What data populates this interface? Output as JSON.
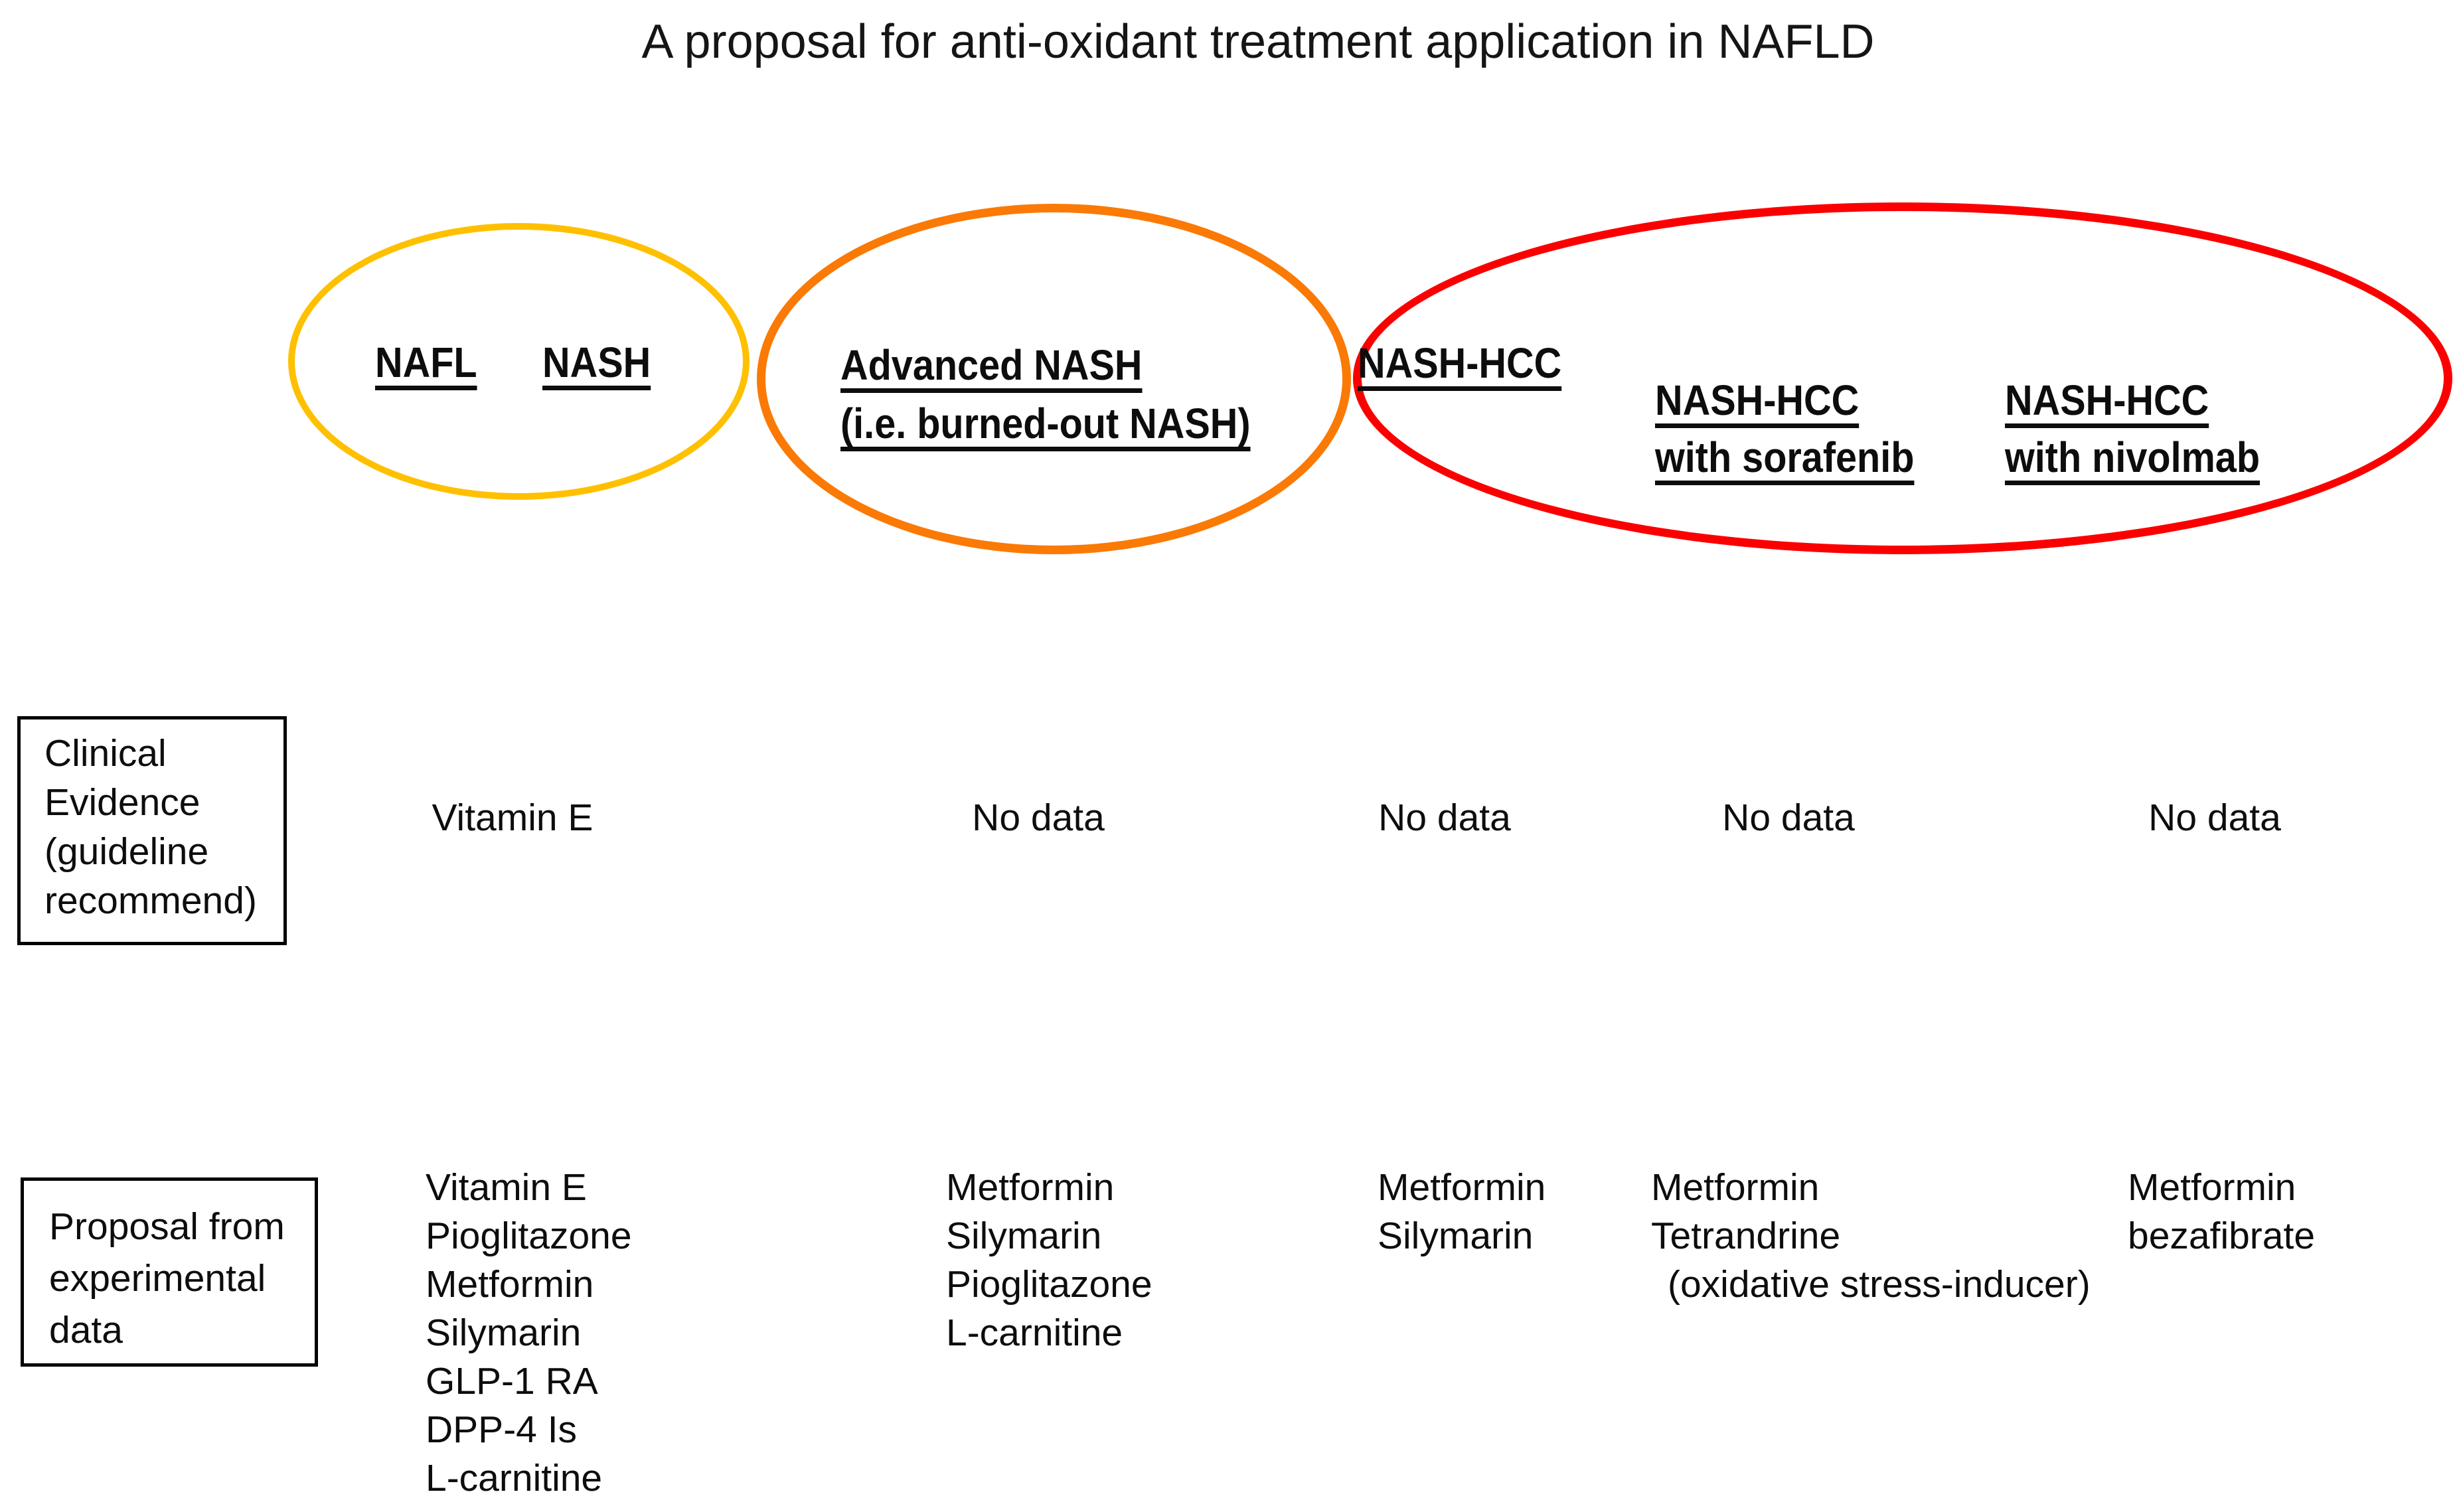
{
  "title": "A proposal for anti-oxidant treatment application in NAFLD",
  "colors": {
    "stage1_ellipse": "#FFC000",
    "stage2_ellipse": "#FA7A05",
    "stage3_ellipse": "#FB0000",
    "box_border": "#000000",
    "text": "#0d0d0d"
  },
  "stages": {
    "stage1": {
      "labels": [
        "NAFL",
        "NASH"
      ]
    },
    "stage2": {
      "lines": [
        "Advanced NASH",
        "(i.e. burned-out NASH)"
      ]
    },
    "stage3": {
      "label1": {
        "lines": [
          "NASH-HCC"
        ]
      },
      "label2": {
        "lines": [
          "NASH-HCC",
          "with sorafenib"
        ]
      },
      "label3": {
        "lines": [
          "NASH-HCC",
          "with nivolmab"
        ]
      }
    }
  },
  "clinical_row": {
    "box_lines": [
      "Clinical",
      "Evidence",
      "(guideline",
      "recommend)"
    ],
    "entries": [
      "Vitamin E",
      "No data",
      "No data",
      "No data",
      "No data"
    ]
  },
  "proposal_row": {
    "box_lines": [
      "Proposal from",
      "experimental",
      "data"
    ],
    "columns": [
      {
        "items": [
          "Vitamin E",
          "Pioglitazone",
          "Metformin",
          "Silymarin",
          "GLP-1 RA",
          "DPP-4 Is",
          "L-carnitine"
        ]
      },
      {
        "items": [
          "Metformin",
          "Silymarin",
          "Pioglitazone",
          "L-carnitine"
        ]
      },
      {
        "items": [
          "Metformin",
          "Silymarin"
        ]
      },
      {
        "items": [
          "Metformin",
          "Tetrandrine",
          "(oxidative stress-inducer)"
        ]
      },
      {
        "items": [
          "Metformin",
          "bezafibrate"
        ]
      }
    ]
  }
}
